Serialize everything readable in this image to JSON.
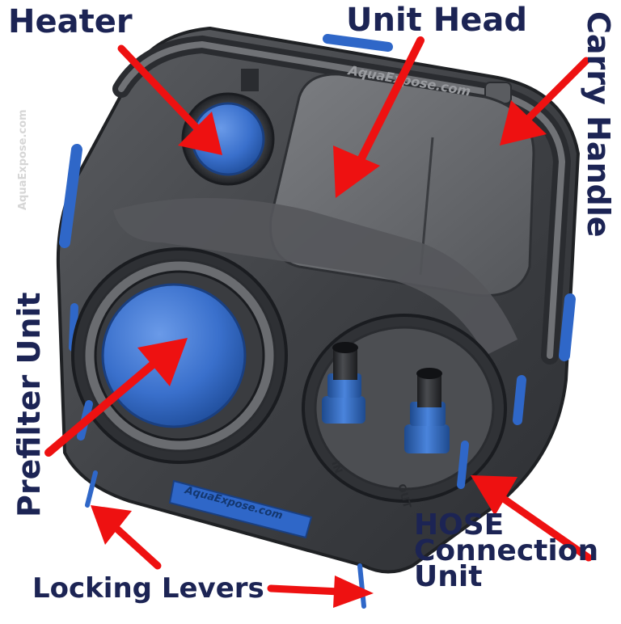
{
  "labels": {
    "heater": "Heater",
    "unit_head": "Unit Head",
    "carry_handle": "Carry Handle",
    "prefilter_unit": "Prefilter Unit",
    "hose_line1": "HOSE",
    "hose_line2": "Connection",
    "hose_line3": "Unit",
    "locking_levers": "Locking Levers"
  },
  "watermark": {
    "top": "AquaExpose.com",
    "bottom": "AquaExpose.com",
    "side": "AquaExpose.com"
  },
  "port_labels": {
    "in": "IN",
    "out": "OUT"
  },
  "colors": {
    "label_text": "#1c2454",
    "arrow": "#ee1111",
    "body_dark": "#4a4c50",
    "body_mid": "#6b6d71",
    "accent_blue": "#2f67c8"
  }
}
